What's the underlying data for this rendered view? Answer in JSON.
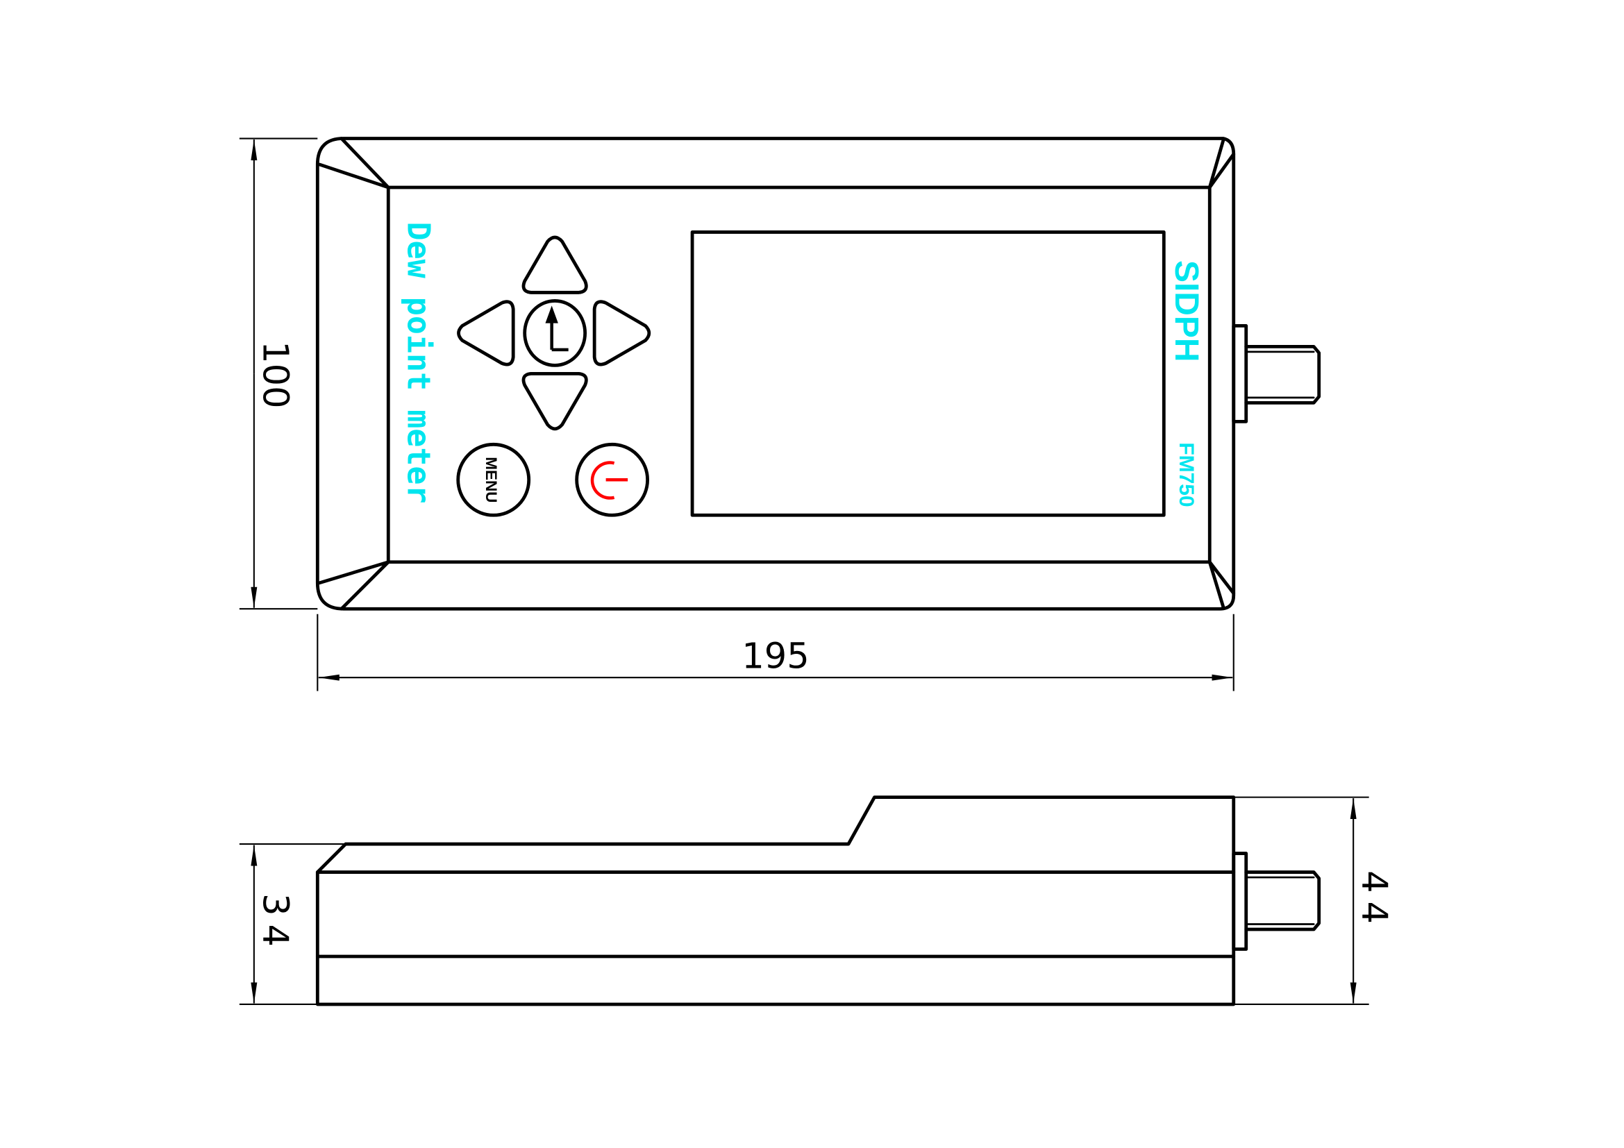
{
  "drawing": {
    "top_view": {
      "brand_label": "SIDPH",
      "model_label": "FM750",
      "product_label": "Dew point meter",
      "menu_button_label": "MENU",
      "enter_button_label": "L",
      "width_dimension": "195",
      "height_dimension": "100"
    },
    "side_view": {
      "body_height_dimension": "34",
      "total_height_dimension": "44"
    },
    "colors": {
      "label_color": "#00e5ee",
      "power_icon_color": "#ff0000",
      "line_color": "#000000"
    }
  }
}
